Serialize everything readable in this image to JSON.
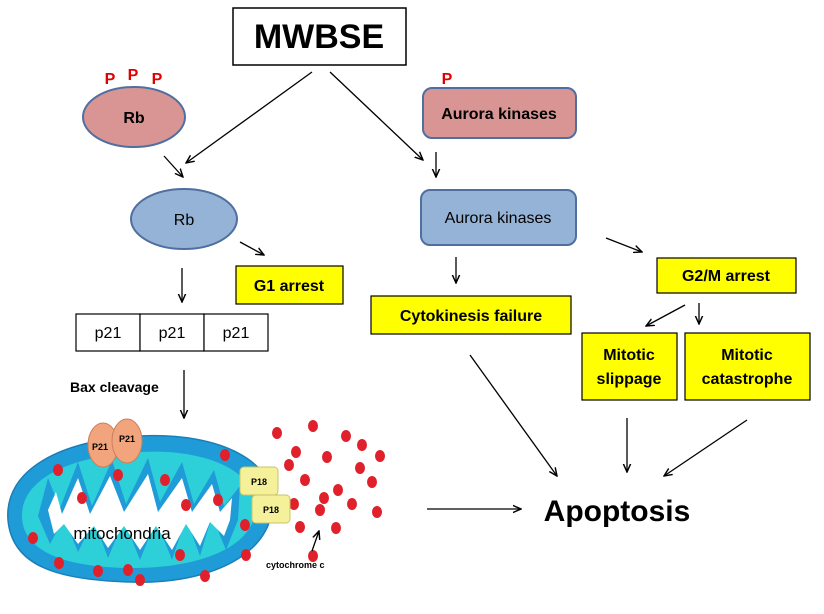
{
  "title": "MWBSE",
  "phospho_mark": "P",
  "rb_phosphorylated": "Rb",
  "aurora_phosphorylated": "Aurora kinases",
  "rb": "Rb",
  "aurora": "Aurora kinases",
  "g1_arrest": "G1 arrest",
  "g2m_arrest": "G2/M arrest",
  "cytokinesis_failure": "Cytokinesis failure",
  "p21_cells": [
    "p21",
    "p21",
    "p21"
  ],
  "mitotic_slippage": [
    "Mitotic",
    "slippage"
  ],
  "mitotic_catastrophe": [
    "Mitotic",
    "catastrophe"
  ],
  "bax_cleavage": "Bax cleavage",
  "mito_p21": [
    "P21",
    "P21"
  ],
  "mito_p18": [
    "P18",
    "P18"
  ],
  "mitochondria": "mitochondria",
  "cytochrome": "cytochrome c",
  "apoptosis": "Apoptosis",
  "colors": {
    "phospho_fill": "#d99594",
    "node_fill": "#95b3d7",
    "outline": "#4f6fa0",
    "highlight": "#ffff00",
    "phospho_text": "#e00000",
    "mito_outer": "#1f9bd8",
    "mito_inner": "#2dd0d8",
    "dot": "#e0202a",
    "p21_protein": "#f2a57d",
    "p18_protein": "#f5f19a"
  }
}
